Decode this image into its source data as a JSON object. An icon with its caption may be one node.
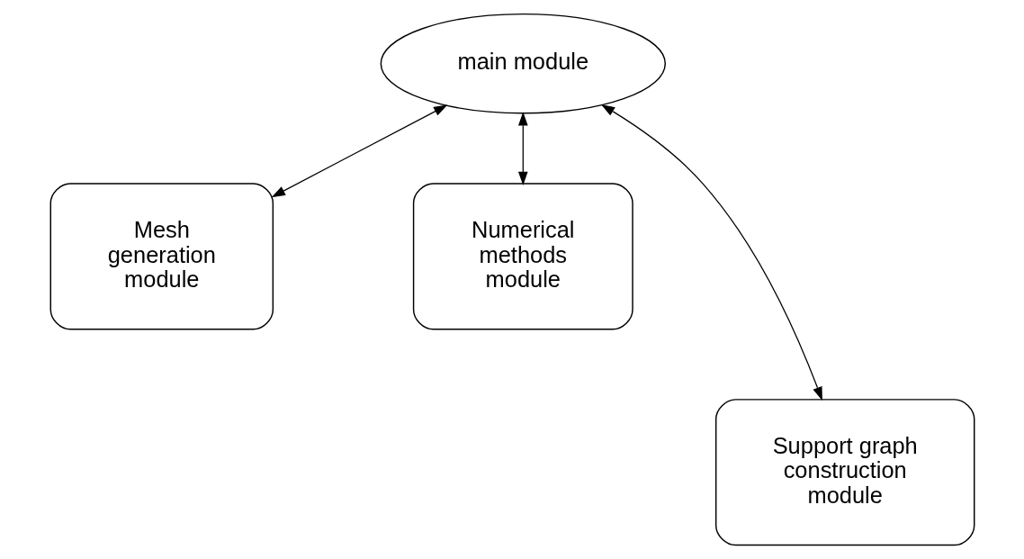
{
  "diagram": {
    "nodes": [
      {
        "text": [
          "main module"
        ]
      },
      {
        "text": [
          "Mesh generation module"
        ]
      },
      {
        "text": [
          "Numerical methods module"
        ]
      },
      {
        "text": [
          "Support graph construction module"
        ]
      }
    ],
    "edges": [
      {
        "from": 0,
        "to": 1,
        "arrow": "both"
      },
      {
        "from": 0,
        "to": 2,
        "arrow": "both"
      },
      {
        "from": 0,
        "to": 3,
        "arrow": "both"
      }
    ]
  }
}
